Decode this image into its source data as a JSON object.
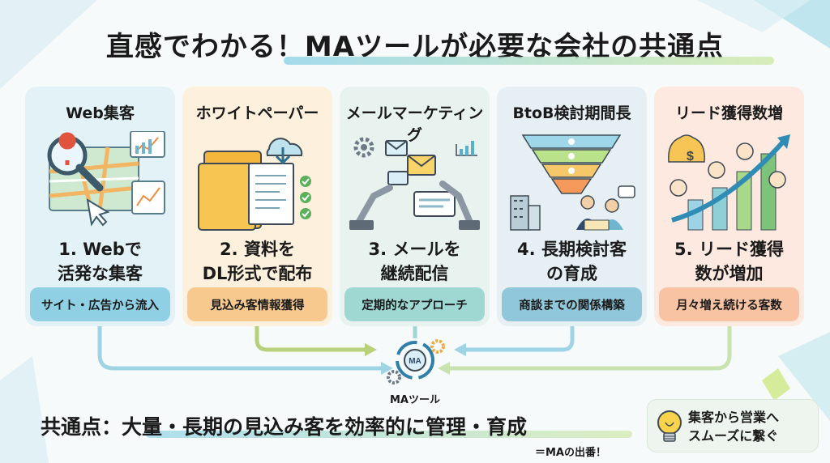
{
  "title": "直感でわかる！MAツールが必要な会社の共通点",
  "cards": [
    {
      "heading": "Web集客",
      "step_line1": "1. Webで",
      "step_line2": "活発な集客",
      "footer": "サイト・広告から流入"
    },
    {
      "heading": "ホワイトペーパー",
      "step_line1": "2. 資料を",
      "step_line2": "DL形式で配布",
      "footer": "見込み客情報獲得"
    },
    {
      "heading": "メールマーケティング",
      "step_line1": "3. メールを",
      "step_line2": "継続配信",
      "footer": "定期的なアプローチ"
    },
    {
      "heading": "BtoB検討期間長",
      "step_line1": "4. 長期検討客",
      "step_line2": "の育成",
      "footer": "商談までの関係構築"
    },
    {
      "heading": "リード獲得数増",
      "step_line1": "5. リード獲得",
      "step_line2": "数が増加",
      "footer": "月々増え続ける客数"
    }
  ],
  "hub": {
    "icon_text": "MA",
    "label": "MAツール"
  },
  "common_point": "共通点：大量・長期の見込み客を効率的に管理・育成",
  "common_note": "＝MAの出番！",
  "tip": {
    "line1": "集客から営業へ",
    "line2": "スムーズに繋ぐ"
  },
  "colors": {
    "blue": "#8fd0e4",
    "orange": "#f7c98e",
    "teal": "#9fd7d3",
    "peach": "#f8c3a3",
    "green": "#cfe9a8"
  }
}
